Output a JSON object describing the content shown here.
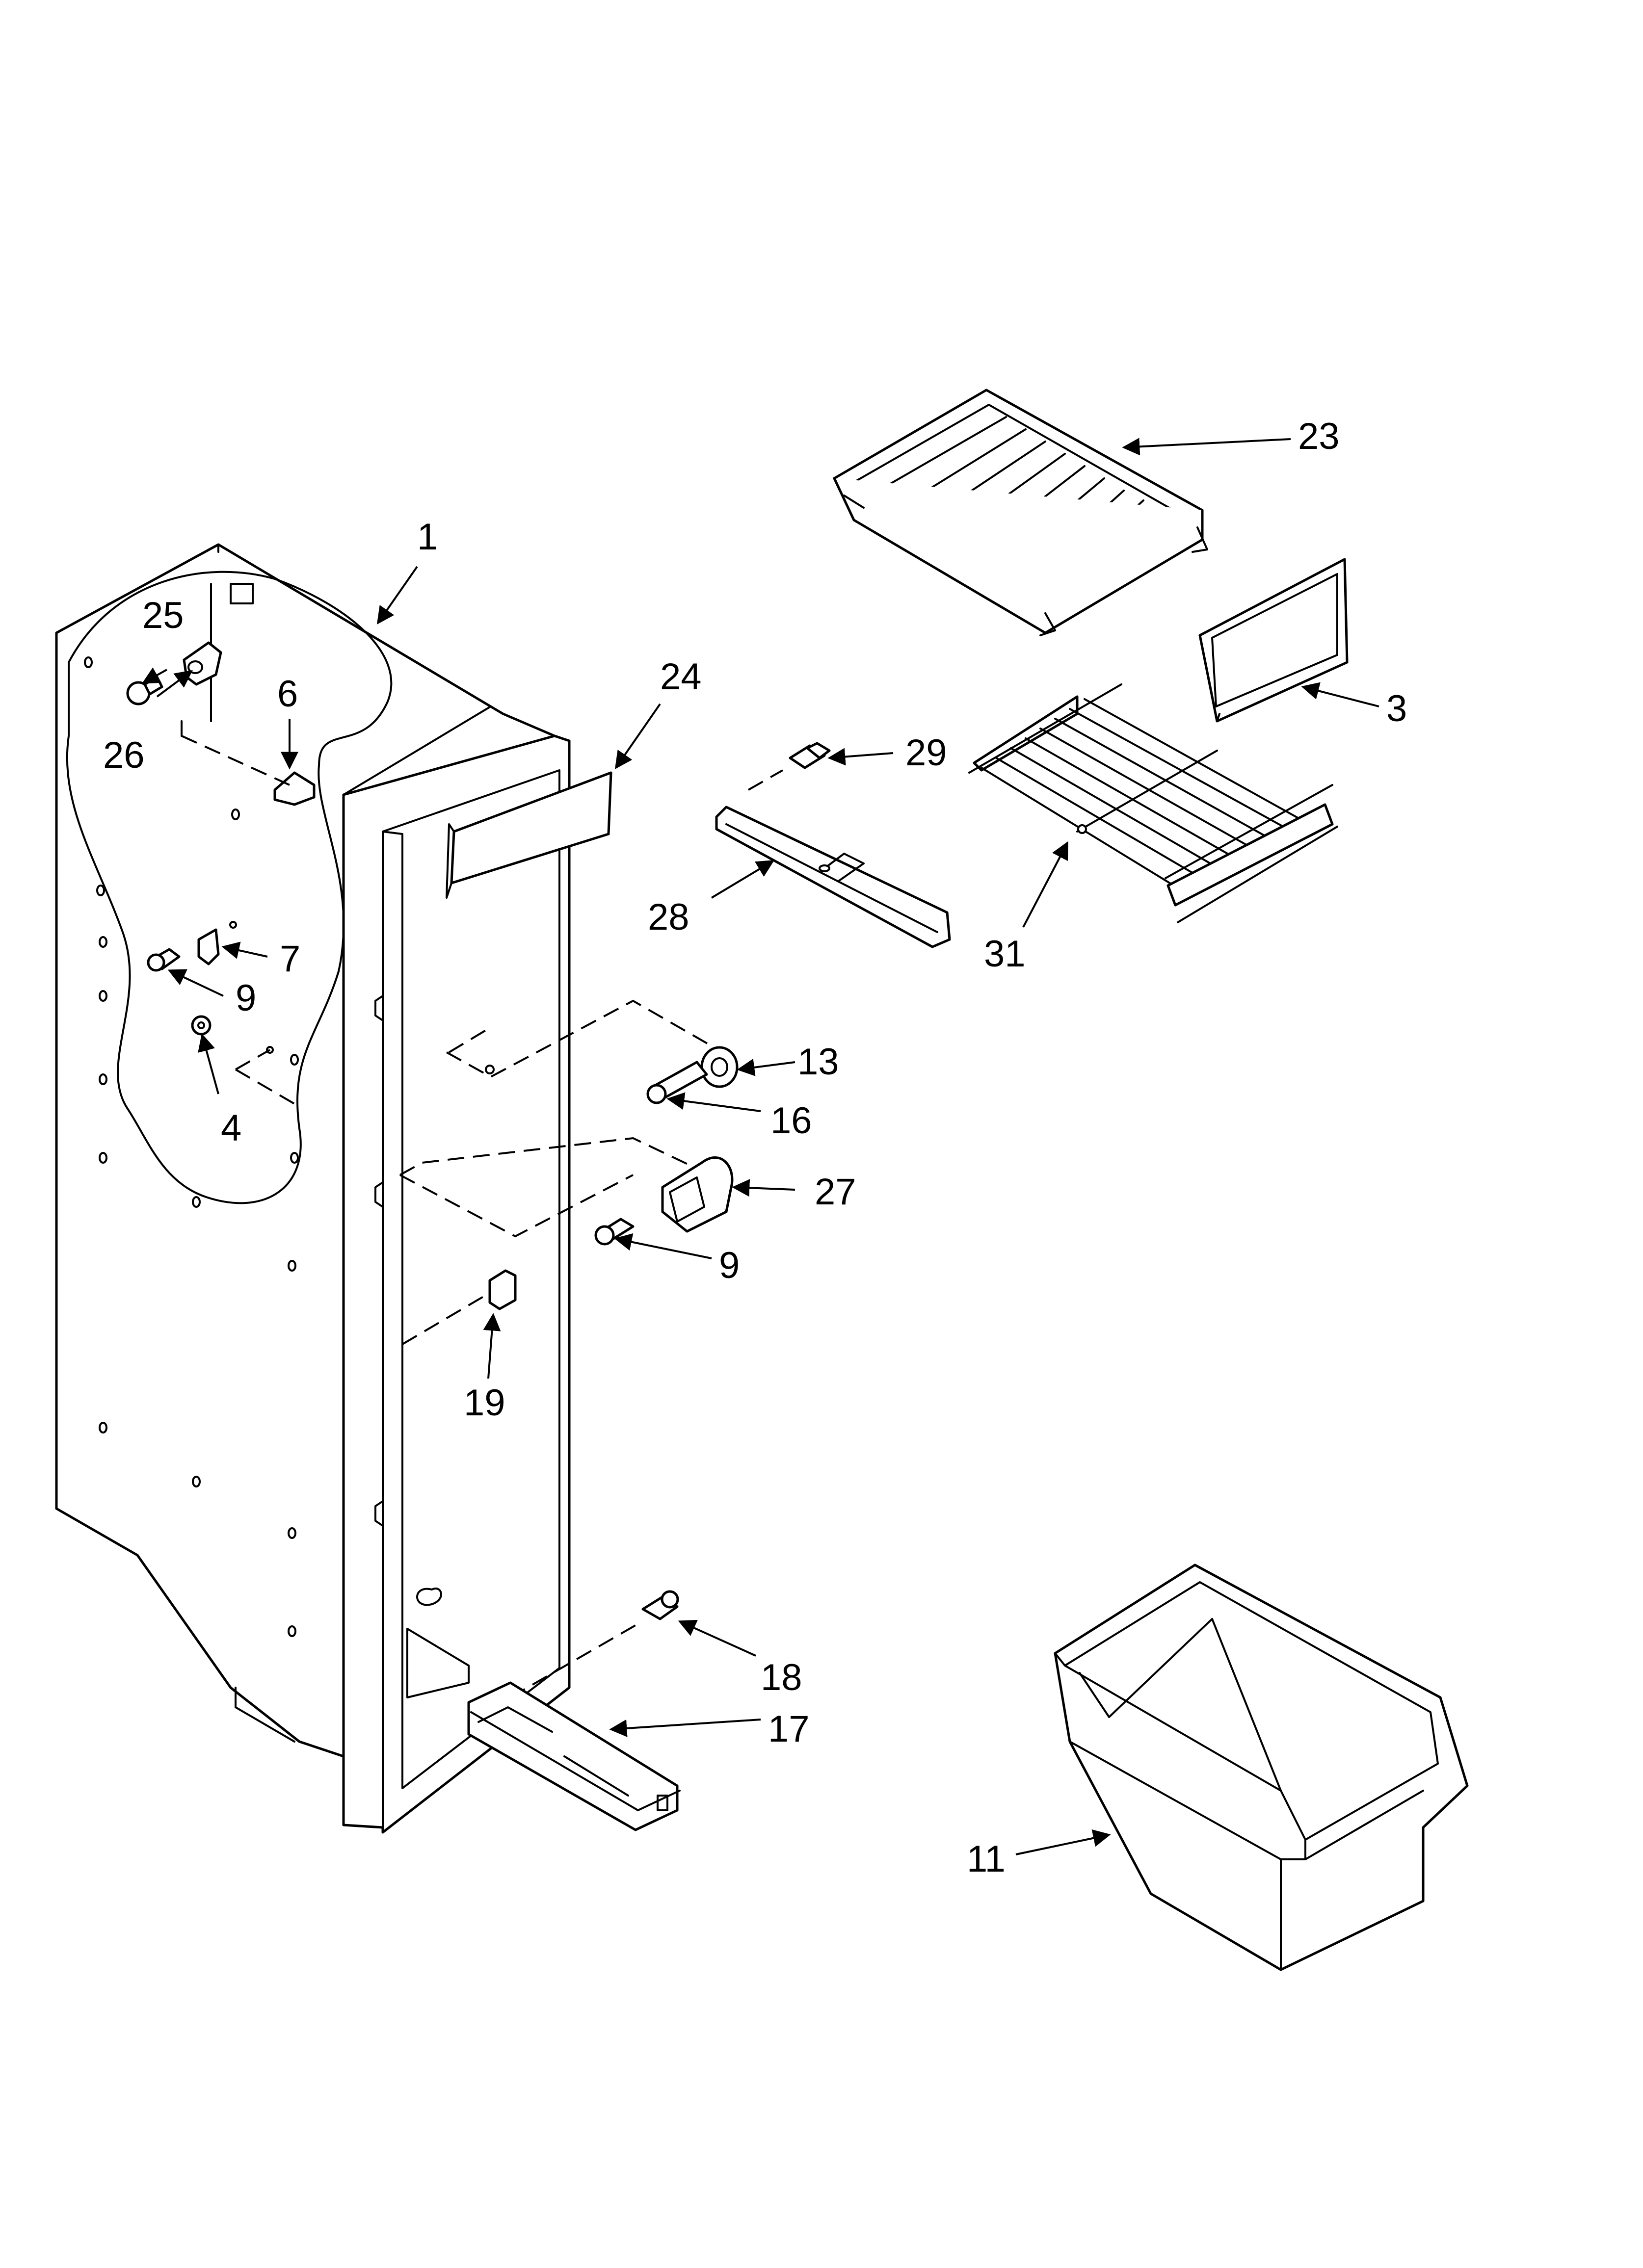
{
  "callouts": {
    "c1": "1",
    "c3": "3",
    "c4": "4",
    "c6": "6",
    "c7": "7",
    "c9a": "9",
    "c9b": "9",
    "c11": "11",
    "c13": "13",
    "c16": "16",
    "c17": "17",
    "c18": "18",
    "c19": "19",
    "c23": "23",
    "c24": "24",
    "c25": "25",
    "c26": "26",
    "c27": "27",
    "c28": "28",
    "c29": "29",
    "c31": "31"
  }
}
